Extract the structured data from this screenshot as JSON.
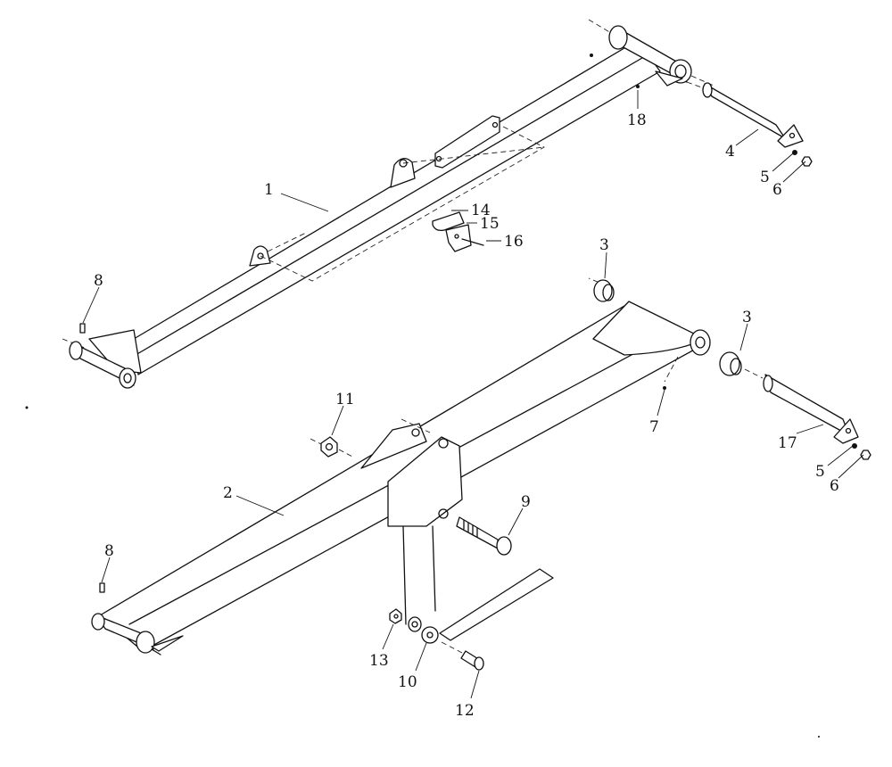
{
  "callouts": [
    {
      "id": "c1",
      "text": "1"
    },
    {
      "id": "c2",
      "text": "2"
    },
    {
      "id": "c3a",
      "text": "3"
    },
    {
      "id": "c3b",
      "text": "3"
    },
    {
      "id": "c4",
      "text": "4"
    },
    {
      "id": "c5a",
      "text": "5"
    },
    {
      "id": "c5b",
      "text": "5"
    },
    {
      "id": "c6a",
      "text": "6"
    },
    {
      "id": "c6b",
      "text": "6"
    },
    {
      "id": "c7",
      "text": "7"
    },
    {
      "id": "c8a",
      "text": "8"
    },
    {
      "id": "c8b",
      "text": "8"
    },
    {
      "id": "c9",
      "text": "9"
    },
    {
      "id": "c10",
      "text": "10"
    },
    {
      "id": "c11",
      "text": "11"
    },
    {
      "id": "c12",
      "text": "12"
    },
    {
      "id": "c13",
      "text": "13"
    },
    {
      "id": "c14",
      "text": "14"
    },
    {
      "id": "c15",
      "text": "15"
    },
    {
      "id": "c16",
      "text": "16"
    },
    {
      "id": "c17",
      "text": "17"
    },
    {
      "id": "c18",
      "text": "18"
    }
  ]
}
